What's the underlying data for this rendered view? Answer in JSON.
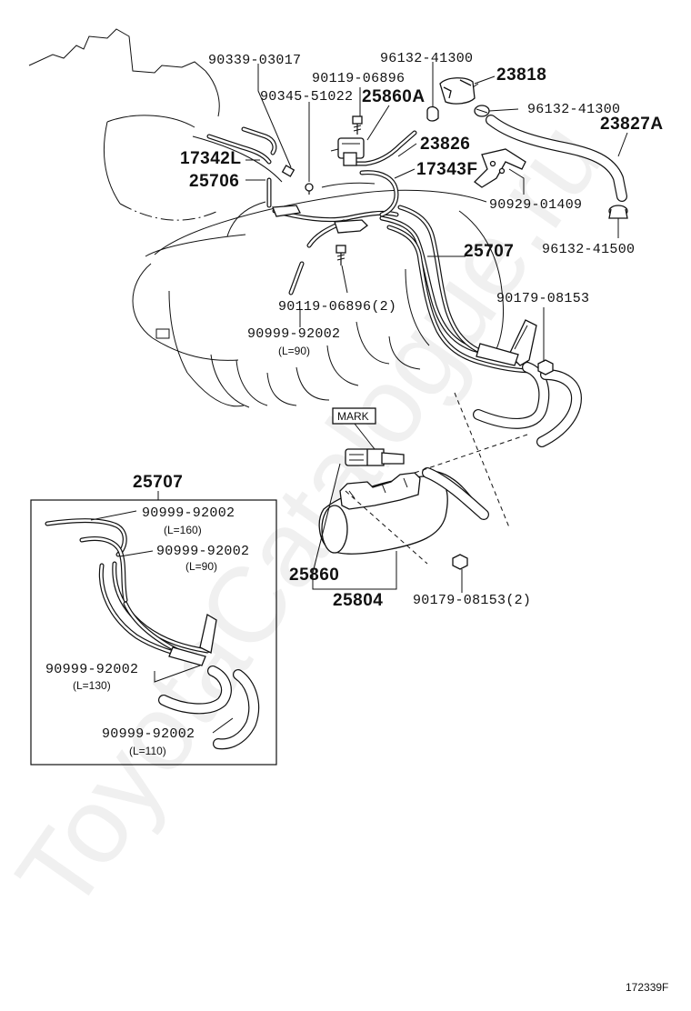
{
  "diagram_id": "172339F",
  "watermark": "ToyotaCatalogue.ru",
  "mark_label": "MARK",
  "labels": {
    "p90339_03017": "90339-03017",
    "p96132_41300_top": "96132-41300",
    "p90119_06896_top": "90119-06896",
    "p23818": "23818",
    "p90345_51022": "90345-51022",
    "p25860A": "25860A",
    "p96132_41300_right": "96132-41300",
    "p23827A": "23827A",
    "p17342L": "17342L",
    "p23826": "23826",
    "p17343F": "17343F",
    "p25706": "25706",
    "p90929_01409": "90929-01409",
    "p96132_41500": "96132-41500",
    "p25707_main": "25707",
    "p90179_08153": "90179-08153",
    "p90119_06896_2": "90119-06896(2)",
    "p90999_92002_main": "90999-92002",
    "l90_main": "(L=90)",
    "p25860": "25860",
    "p25804": "25804",
    "p90179_08153_2": "90179-08153(2)",
    "p25707_inset": "25707",
    "p90999_92002_a": "90999-92002",
    "l160": "(L=160)",
    "p90999_92002_b": "90999-92002",
    "l90_b": "(L=90)",
    "p90999_92002_c": "90999-92002",
    "l130": "(L=130)",
    "p90999_92002_d": "90999-92002",
    "l110": "(L=110)"
  }
}
